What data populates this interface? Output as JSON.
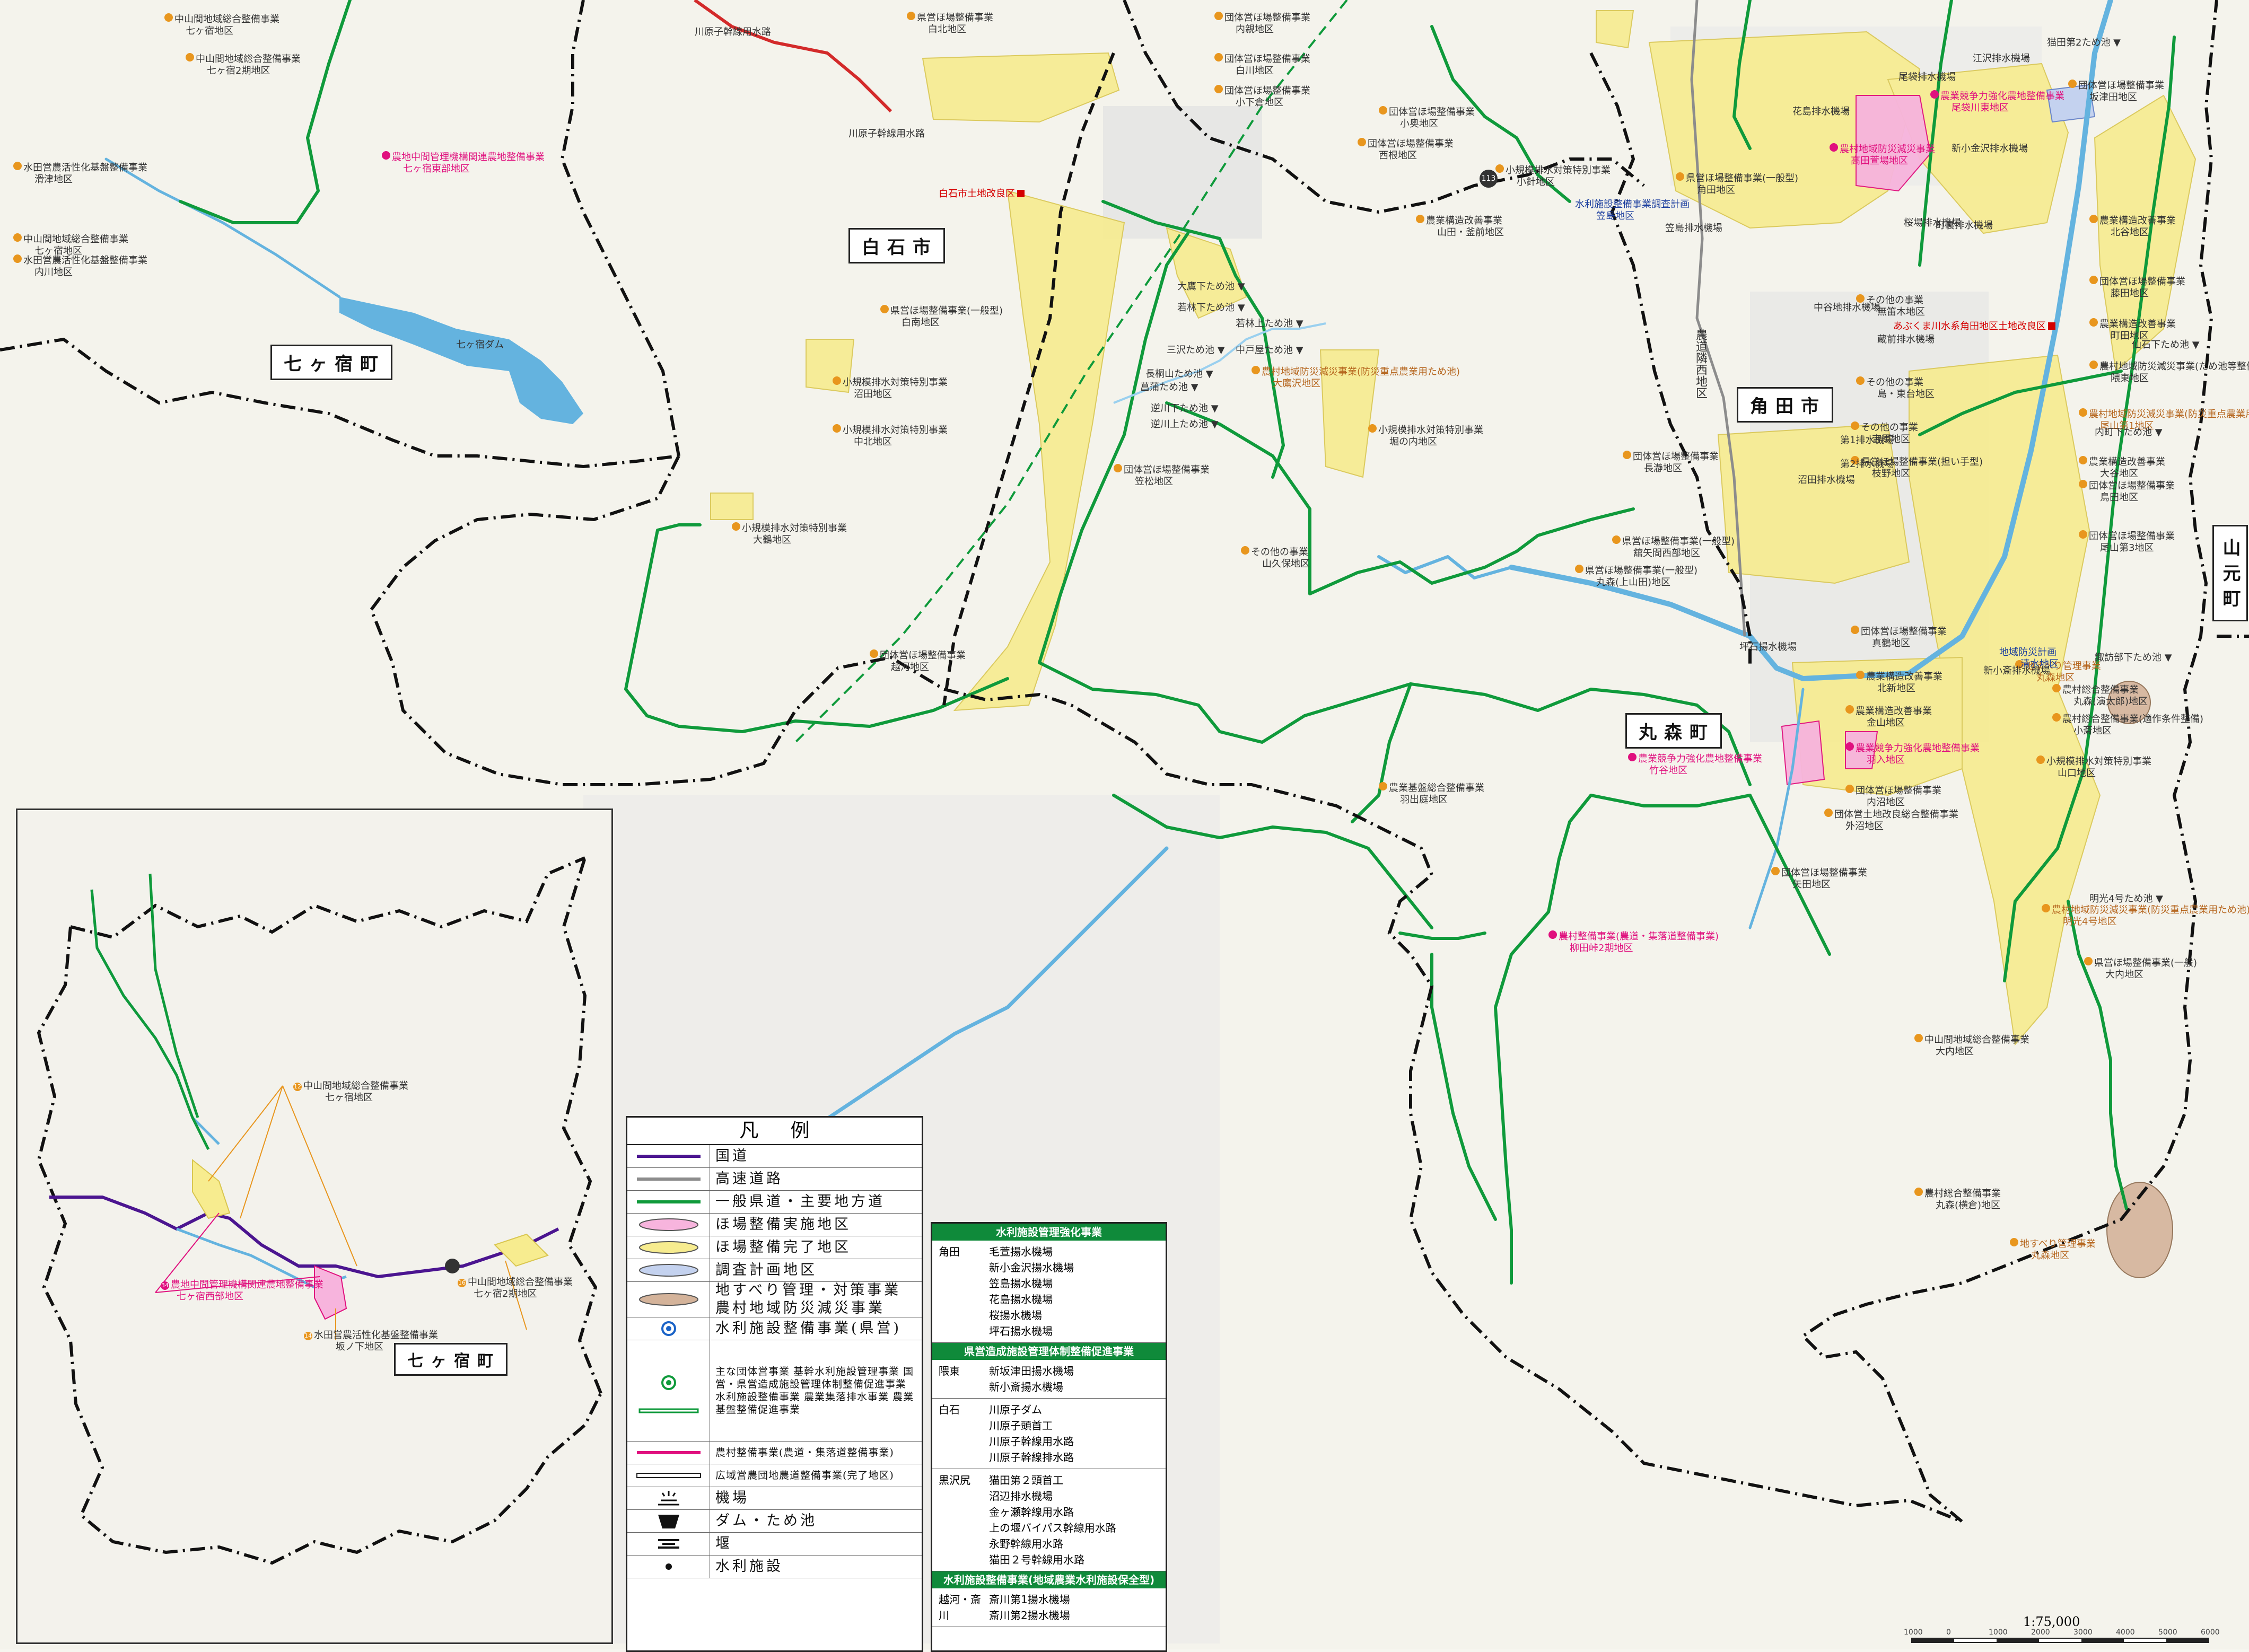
{
  "municipalities": {
    "shiroishi": "白石市",
    "shichikashuku": "七ヶ宿町",
    "kakuda": "角田市",
    "marumori": "丸森町",
    "yamamoto": "山元町",
    "inset_shichikashuku": "七ヶ宿町"
  },
  "map_labels": {
    "dam": "七ヶ宿ダム",
    "road_kawaharago": "川原子幹線用水路",
    "road_kawaharago2": "川原子幹線用水路",
    "nodo_east": "農道隣西地区",
    "route_113": "113"
  },
  "projects": [
    {
      "num": "",
      "title": "中山間地域総合整備事業",
      "area": "七ヶ宿地区"
    },
    {
      "num": "",
      "title": "中山間地域総合整備事業",
      "area": "七ヶ宿2期地区"
    },
    {
      "num": "",
      "title": "水田営農活性化基盤整備事業",
      "area": "滑津地区"
    },
    {
      "num": "",
      "title": "中山間地域総合整備事業",
      "area": "七ヶ宿地区"
    },
    {
      "num": "",
      "title": "水田営農活性化基盤整備事業",
      "area": "内川地区"
    },
    {
      "num": "",
      "title": "農地中間管理機構関連農地整備事業",
      "area": "七ヶ宿東部地区"
    },
    {
      "num": "",
      "title": "県営ほ場整備事業",
      "area": "白北地区"
    },
    {
      "num": "",
      "title": "団体営ほ場整備事業",
      "area": "内親地区"
    },
    {
      "num": "",
      "title": "団体営ほ場整備事業",
      "area": "白川地区"
    },
    {
      "num": "",
      "title": "団体営ほ場整備事業",
      "area": "小下倉地区"
    },
    {
      "num": "",
      "title": "白石市土地改良区",
      "area": ""
    },
    {
      "num": "",
      "title": "県営ほ場整備事業(一般型)",
      "area": "白南地区"
    },
    {
      "num": "",
      "title": "小規模排水対策特別事業",
      "area": "沼田地区"
    },
    {
      "num": "",
      "title": "小規模排水対策特別事業",
      "area": "中北地区"
    },
    {
      "num": "",
      "title": "小規模排水対策特別事業",
      "area": "大鶴地区"
    },
    {
      "num": "",
      "title": "団体営ほ場整備事業",
      "area": "越河地区"
    },
    {
      "num": "",
      "title": "団体営ほ場整備事業",
      "area": "笠松地区"
    },
    {
      "num": "",
      "title": "農村地域防災減災事業(防災重点農業用ため池)",
      "area": "大鷹沢地区"
    },
    {
      "num": "",
      "title": "小規模排水対策特別事業",
      "area": "堀の内地区"
    },
    {
      "num": "",
      "title": "その他の事業",
      "area": "山久保地区"
    },
    {
      "num": "",
      "title": "県営ほ場整備事業(一般型)",
      "area": "舘矢間西部地区"
    },
    {
      "num": "",
      "title": "農業基盤総合整備事業",
      "area": "羽出庭地区"
    },
    {
      "num": "",
      "title": "団体営ほ場整備事業",
      "area": "小奥地区"
    },
    {
      "num": "",
      "title": "団体営ほ場整備事業",
      "area": "西根地区"
    },
    {
      "num": "",
      "title": "小規模排水対策特別事業",
      "area": "小針地区"
    },
    {
      "num": "",
      "title": "農業構造改善事業",
      "area": "山田・釜前地区"
    },
    {
      "num": "",
      "title": "水利施設整備事業調査計画",
      "area": "笠島地区"
    },
    {
      "num": "",
      "title": "県営ほ場整備事業(一般型)",
      "area": "角田地区"
    },
    {
      "num": "",
      "title": "農業競争力強化農地整備事業",
      "area": "尾袋川東地区"
    },
    {
      "num": "",
      "title": "農村地域防災減災事業",
      "area": "高田萱場地区"
    },
    {
      "num": "",
      "title": "あぶくま川水系角田地区土地改良区",
      "area": ""
    },
    {
      "num": "",
      "title": "その他の事業",
      "area": "無笛木地区"
    },
    {
      "num": "",
      "title": "その他の事業",
      "area": "島・東台地区"
    },
    {
      "num": "",
      "title": "その他の事業",
      "area": "吉原地区"
    },
    {
      "num": "",
      "title": "県営ほ場整備事業(担い手型)",
      "area": "枝野地区"
    },
    {
      "num": "",
      "title": "団体営ほ場整備事業",
      "area": "長瀞地区"
    },
    {
      "num": "",
      "title": "県営ほ場整備事業(一般型)",
      "area": "丸森(上山田)地区"
    },
    {
      "num": "",
      "title": "団体営ほ場整備事業",
      "area": "真鶴地区"
    },
    {
      "num": "",
      "title": "農業構造改善事業",
      "area": "北新地区"
    },
    {
      "num": "",
      "title": "農業構造改善事業",
      "area": "金山地区"
    },
    {
      "num": "",
      "title": "農業競争力強化農地整備事業",
      "area": "竹谷地区"
    },
    {
      "num": "",
      "title": "農業競争力強化農地整備事業",
      "area": "羽入地区"
    },
    {
      "num": "",
      "title": "団体営ほ場整備事業",
      "area": "内沼地区"
    },
    {
      "num": "",
      "title": "団体営土地改良総合整備事業",
      "area": "外沼地区"
    },
    {
      "num": "",
      "title": "団体営ほ場整備事業",
      "area": "矢田地区"
    },
    {
      "num": "",
      "title": "農村整備事業(農道・集落道整備事業)",
      "area": "柳田峠2期地区"
    },
    {
      "num": "",
      "title": "地すべり管理事業",
      "area": "丸森地区"
    },
    {
      "num": "",
      "title": "地域防災計画",
      "area": "清水地区"
    },
    {
      "num": "",
      "title": "農村総合整備事業",
      "area": "丸森(演太郎)地区"
    },
    {
      "num": "",
      "title": "農村総合整備事業(適作条件整備)",
      "area": "小斎地区"
    },
    {
      "num": "",
      "title": "小規模排水対策特別事業",
      "area": "山口地区"
    },
    {
      "num": "",
      "title": "農村地域防災減災事業(防災重点農業用ため池)",
      "area": "明光4号地区"
    },
    {
      "num": "",
      "title": "県営ほ場整備事業(一般)",
      "area": "大内地区"
    },
    {
      "num": "",
      "title": "中山間地域総合整備事業",
      "area": "大内地区"
    },
    {
      "num": "",
      "title": "農村総合整備事業",
      "area": "丸森(横倉)地区"
    },
    {
      "num": "",
      "title": "地すべり管理事業",
      "area": "丸森地区"
    },
    {
      "num": "",
      "title": "団体営ほ場整備事業",
      "area": "坂津田地区"
    },
    {
      "num": "",
      "title": "農業構造改善事業",
      "area": "北谷地区"
    },
    {
      "num": "",
      "title": "団体営ほ場整備事業",
      "area": "藤田地区"
    },
    {
      "num": "",
      "title": "農業構造改善事業",
      "area": "町田地区"
    },
    {
      "num": "",
      "title": "農村地域防災減災事業(ため池等整備)",
      "area": "隈東地区"
    },
    {
      "num": "",
      "title": "農村地域防災減災事業(防災重点農業用ため池)",
      "area": "尾山第1地区"
    },
    {
      "num": "",
      "title": "農業構造改善事業",
      "area": "大谷地区"
    },
    {
      "num": "",
      "title": "団体営ほ場整備事業",
      "area": "鳥田地区"
    },
    {
      "num": "",
      "title": "団体営ほ場整備事業",
      "area": "尾山第3地区"
    }
  ],
  "ponds": [
    "大鷹下ため池",
    "若林下ため池",
    "若林上ため池",
    "三沢ため池",
    "中戸屋ため池",
    "長桐山ため池",
    "菖蒲ため池",
    "逆川下ため池",
    "逆川上ため池",
    "猫田第2ため池",
    "仙石下ため池",
    "内町下ため池",
    "諏訪部下ため池",
    "明光4号ため池"
  ],
  "pumps": [
    "江沢排水機場",
    "尾袋排水機場",
    "新小金沢排水機場",
    "花島排水機場",
    "笠島排水機場",
    "桜場排水機場",
    "町裏排水機場",
    "中谷地排水機場",
    "蔵前排水機場",
    "沼田排水機場",
    "坪石揚水機場",
    "新小斎排水機場",
    "第1排水機場",
    "第2排水機場"
  ],
  "inset": {
    "labels": [
      {
        "title": "中山間地域総合整備事業",
        "area": "七ヶ宿地区"
      },
      {
        "title": "農地中間管理機構関連農地整備事業",
        "area": "七ヶ宿西部地区"
      },
      {
        "title": "水田営農活性化基盤整備事業",
        "area": "坂ノ下地区"
      },
      {
        "title": "中山間地域総合整備事業",
        "area": "七ヶ宿2期地区"
      }
    ]
  },
  "legend": {
    "title": "凡例",
    "rows": [
      {
        "label": "国道",
        "color": "#4b1590"
      },
      {
        "label": "高速道路",
        "color": "#8c8c8c"
      },
      {
        "label": "一般県道・主要地方道",
        "color": "#0f9a3b"
      },
      {
        "label": "ほ場整備実施地区",
        "color": "#f7b4dd"
      },
      {
        "label": "ほ場整備完了地区",
        "color": "#f7ec8f"
      },
      {
        "label": "調査計画地区",
        "color": "#c4d2ef"
      },
      {
        "label": "地すべり管理・対策事業 農村地域防災減災事業",
        "color": "#d4b39a"
      },
      {
        "label": "水利施設整備事業(県営)",
        "color": "#1a63c7"
      },
      {
        "label": "主な団体営事業 基幹水利施設管理事業 国営・県営造成施設管理体制整備促進事業 水利施設整備事業 農業集落排水事業 農業基盤整備促進事業",
        "color": "#0f9a3b"
      },
      {
        "label": "農村整備事業(農道・集落道整備事業)",
        "color": "#e0107e"
      },
      {
        "label": "広域営農団地農道整備事業(完了地区)",
        "color": "#222222"
      },
      {
        "label": "機場",
        "color": "#111111"
      },
      {
        "label": "ダム・ため池",
        "color": "#111111"
      },
      {
        "label": "堰",
        "color": "#111111"
      },
      {
        "label": "水利施設",
        "color": "#111111"
      }
    ]
  },
  "facility_table": {
    "sections": [
      {
        "header": "水利施設管理強化事業",
        "groups": [
          {
            "area": "角田",
            "items": [
              "毛萱揚水機場",
              "新小金沢揚水機場",
              "笠島揚水機場",
              "花島揚水機場",
              "桜揚水機場",
              "坪石揚水機場"
            ]
          }
        ]
      },
      {
        "header": "県営造成施設管理体制整備促進事業",
        "groups": [
          {
            "area": "隈東",
            "items": [
              "新坂津田揚水機場",
              "新小斎揚水機場"
            ]
          },
          {
            "area": "白石",
            "items": [
              "川原子ダム",
              "川原子頭首工",
              "川原子幹線用水路",
              "川原子幹線排水路"
            ]
          },
          {
            "area": "黒沢尻",
            "items": [
              "猫田第２頭首工",
              "沼辺排水機場",
              "金ヶ瀬幹線用水路",
              "上の堰バイパス幹線用水路",
              "永野幹線用水路",
              "猫田２号幹線用水路"
            ]
          }
        ]
      },
      {
        "header": "水利施設整備事業(地域農業水利施設保全型)",
        "groups": [
          {
            "area": "越河・斎川",
            "items": [
              "斎川第1揚水機場",
              "斎川第2揚水機場"
            ]
          }
        ]
      }
    ]
  },
  "scale": {
    "ratio": "1:75,000",
    "ticks": [
      "1000",
      "0",
      "1000",
      "2000",
      "3000",
      "4000",
      "5000",
      "6000"
    ]
  },
  "colors": {
    "field_done": "#f7ec8f",
    "field_active": "#f7b4dd",
    "survey": "#c4d2ef",
    "landslide": "#d4b39a",
    "road_green": "#0f9a3b",
    "water": "#64b3df",
    "boundary": "#111111",
    "national_road": "#4b1590",
    "pink": "#e0107e",
    "orange": "#e8961e"
  }
}
